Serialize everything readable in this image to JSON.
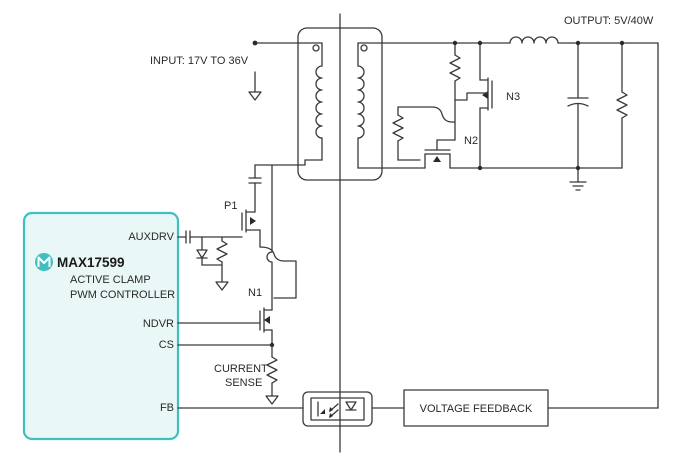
{
  "labels": {
    "output": "OUTPUT: 5V/40W",
    "input": "INPUT: 17V TO 36V",
    "n3": "N3",
    "n2": "N2",
    "p1": "P1",
    "n1": "N1",
    "auxdrv": "AUXDRV",
    "ndvr": "NDVR",
    "cs": "CS",
    "fb": "FB",
    "current_line1": "CURRENT",
    "current_line2": "SENSE",
    "voltage_feedback": "VOLTAGE FEEDBACK"
  },
  "chip": {
    "name": "MAX17599",
    "desc_line1": "ACTIVE CLAMP",
    "desc_line2": "PWM CONTROLLER",
    "logo": "maxim-logo"
  },
  "colors": {
    "chip_fill": "#e9f7f7",
    "chip_border": "#3fbfbf",
    "logo": "#3fbfbf",
    "wire": "#3a3a3a"
  }
}
